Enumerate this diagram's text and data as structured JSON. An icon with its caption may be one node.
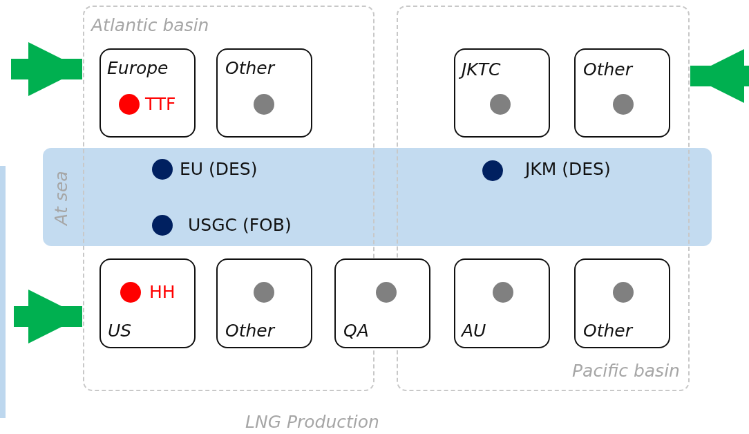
{
  "diagram": {
    "nodes": [
      {
        "text": [
          "Atlantic basin"
        ]
      },
      {
        "text": [
          "Pacific basin"
        ]
      },
      {
        "text": [
          "Europe",
          "TTF"
        ],
        "in": 0
      },
      {
        "text": [
          "Other"
        ],
        "in": 0
      },
      {
        "text": [
          "JKTC"
        ],
        "in": 1
      },
      {
        "text": [
          "Other"
        ],
        "in": 1
      },
      {
        "text": [
          "At sea",
          "EU (DES)",
          "USGC (FOB)",
          "JKM (DES)"
        ]
      },
      {
        "text": [
          "HH",
          "US"
        ],
        "in": 0
      },
      {
        "text": [
          "Other"
        ],
        "in": 0
      },
      {
        "text": [
          "QA"
        ]
      },
      {
        "text": [
          "AU"
        ],
        "in": 1
      },
      {
        "text": [
          "Other"
        ],
        "in": 1
      }
    ],
    "edges": [
      {
        "from": null,
        "to": 0,
        "arrow": "to"
      },
      {
        "from": null,
        "to": 0,
        "arrow": "to"
      },
      {
        "from": null,
        "to": 1,
        "arrow": "to"
      }
    ],
    "labels": [
      "LNG Production"
    ]
  }
}
